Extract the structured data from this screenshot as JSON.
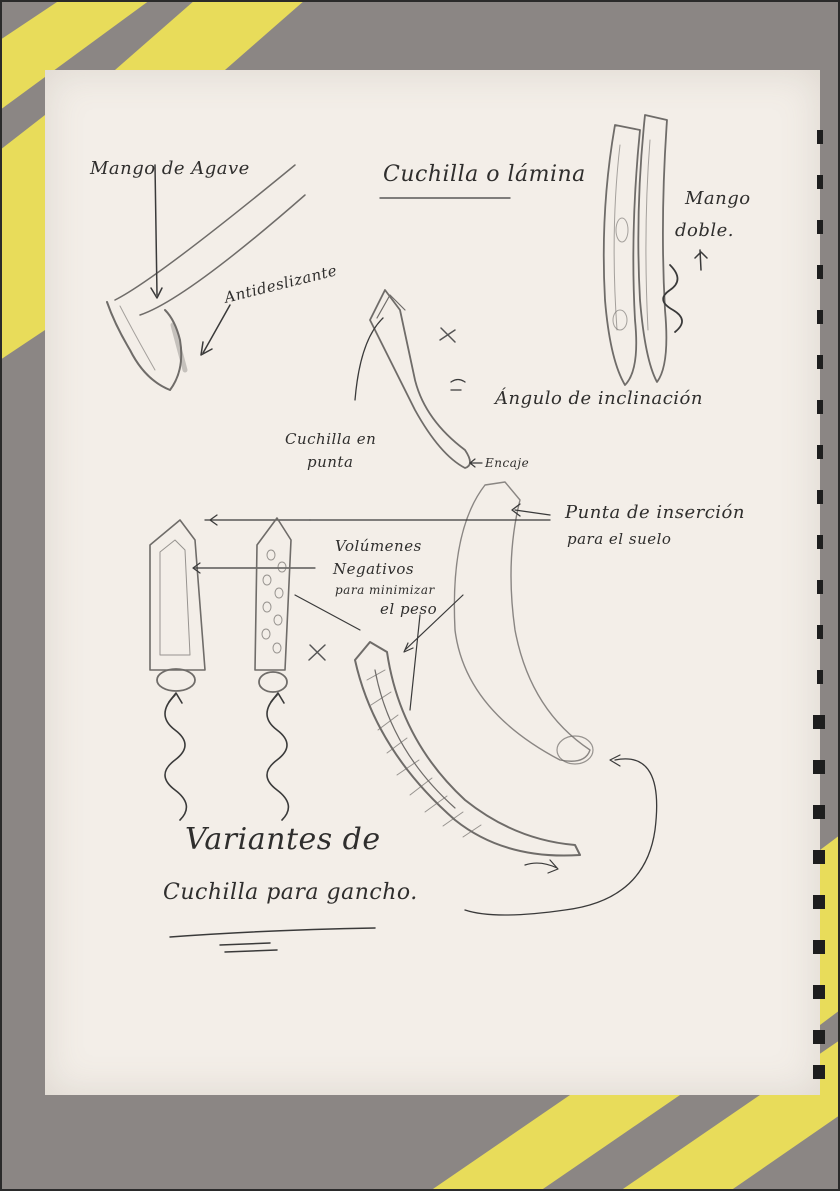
{
  "colors": {
    "background_gray": "#8b8684",
    "stripe_yellow": "#e8dc5a",
    "paper": "#f3eee8",
    "ink": "#2f2e2d",
    "pencil": "#7a7774"
  },
  "sketch": {
    "label_mango_agave": "Mango de Agave",
    "label_antideslizante": "Antideslizante",
    "label_cuchilla_lamina": "Cuchilla o lámina",
    "label_mango_doble_1": "Mango",
    "label_mango_doble_2": "doble.",
    "label_angulo": "Ángulo de inclinación",
    "label_cuchilla_punta_1": "Cuchilla en",
    "label_cuchilla_punta_2": "punta",
    "label_encaje": "Encaje",
    "label_punta_insercion_1": "Punta de inserción",
    "label_punta_insercion_2": "para el suelo",
    "label_volumenes_1": "Volúmenes",
    "label_volumenes_2": "Negativos",
    "label_volumenes_3": "para minimizar",
    "label_volumenes_4": "el peso",
    "label_variantes_1": "Variantes de",
    "label_variantes_2": "Cuchilla para gancho."
  }
}
